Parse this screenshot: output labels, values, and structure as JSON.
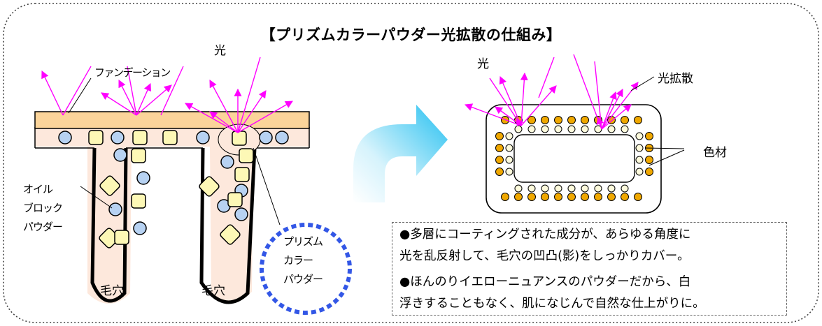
{
  "title": "【プリズムカラーパウダー光拡散の仕組み】",
  "left_diagram": {
    "light": "光",
    "foundation": "ファンデーション",
    "oil_block_powder": [
      "オイル",
      "ブロック",
      "パウダー"
    ],
    "pores": [
      "毛穴",
      "毛穴"
    ],
    "prism_color_powder": [
      "プリズム",
      "カラー",
      "パウダー"
    ]
  },
  "right_diagram": {
    "light": "光",
    "light_diffusion": "光拡散",
    "colorant": "色材"
  },
  "notes": [
    [
      "●多層にコーティングされた成分が、あらゆる角度に",
      "光を乱反射して、毛穴の凹凸(影)をしっかりカバー。"
    ],
    [
      "●ほんのりイエローニュアンスのパウダーだから、白",
      "浮きすることもなく、肌になじんで自然な仕上がりに。"
    ]
  ],
  "colors": {
    "light_arrow": "#ff00ff",
    "foundation_layer": "#fbd49a",
    "skin": "#fde8dc",
    "oil_block_particle": "#fdf8b6",
    "sebum_particle": "#b7d2f2",
    "prism_circle": "#3357e6",
    "colorant_dot": "#f0a800",
    "inner_dot": "#fdfadc",
    "flow_arrow": "#5fd0f5"
  }
}
